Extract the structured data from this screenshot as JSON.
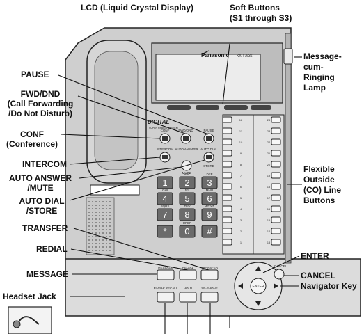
{
  "labels": {
    "lcd": "LCD (Liquid Crystal Display)",
    "soft_buttons": [
      "Soft  Buttons",
      "(S1 through S3)"
    ],
    "message_lamp": [
      "Message-",
      "cum-",
      "Ringing",
      "Lamp"
    ],
    "pause": "PAUSE",
    "fwd_dnd": [
      "FWD/DND",
      "(Call Forwarding",
      "/Do Not Disturb)"
    ],
    "conf": [
      "CONF",
      "(Conference)"
    ],
    "intercom": "INTERCOM",
    "auto_answer": [
      "AUTO ANSWER",
      "/MUTE"
    ],
    "auto_dial": [
      "AUTO DIAL",
      "/STORE"
    ],
    "transfer": "TRANSFER",
    "redial": "REDIAL",
    "message": "MESSAGE",
    "headset_jack": "Headset Jack",
    "flexible_co": [
      "Flexible",
      "Outside",
      "(CO) Line",
      "Buttons"
    ],
    "enter": "ENTER",
    "cancel": "CANCEL",
    "navigator_key": "Navigator Key"
  },
  "device": {
    "brand": "Panasonic",
    "model": "KX-T7636",
    "digital": "DIGITAL",
    "digital_sub": "SUPER HYBRID SYSTEM",
    "buttons": {
      "conf": "CONF",
      "fwd_dnd": "FWD/DND",
      "pause": "PAUSE",
      "intercom": "INTERCOM",
      "auto_answer": "AUTO ANSWER",
      "auto_dial": "AUTO DIAL",
      "mute": "MUTE",
      "store": "STORE",
      "message": "MESSAGE",
      "redial": "REDIAL",
      "transfer": "TRANSFER",
      "flash_recall": "FLASH/\nRECALL",
      "hold": "HOLD",
      "sp_phone": "SP-PHONE",
      "enter": "ENTER",
      "cancel": "CANCEL"
    },
    "keypad": [
      {
        "digit": "1",
        "letters": ""
      },
      {
        "digit": "2",
        "letters": "ABC"
      },
      {
        "digit": "3",
        "letters": "DEF"
      },
      {
        "digit": "4",
        "letters": "GHI"
      },
      {
        "digit": "5",
        "letters": "JKL"
      },
      {
        "digit": "6",
        "letters": "MNO"
      },
      {
        "digit": "7",
        "letters": "PQRS"
      },
      {
        "digit": "8",
        "letters": "TUV"
      },
      {
        "digit": "9",
        "letters": "WXYZ"
      },
      {
        "digit": "*",
        "letters": ""
      },
      {
        "digit": "0",
        "letters": "OPER"
      },
      {
        "digit": "#",
        "letters": ""
      }
    ],
    "co_left": [
      "12",
      "11",
      "10",
      "9",
      "8",
      "7",
      "6",
      "5",
      "4",
      "3",
      "2",
      "1"
    ],
    "co_right": [
      "24",
      "23",
      "22",
      "21",
      "20",
      "19",
      "18",
      "17",
      "16",
      "15",
      "14",
      "13"
    ]
  }
}
